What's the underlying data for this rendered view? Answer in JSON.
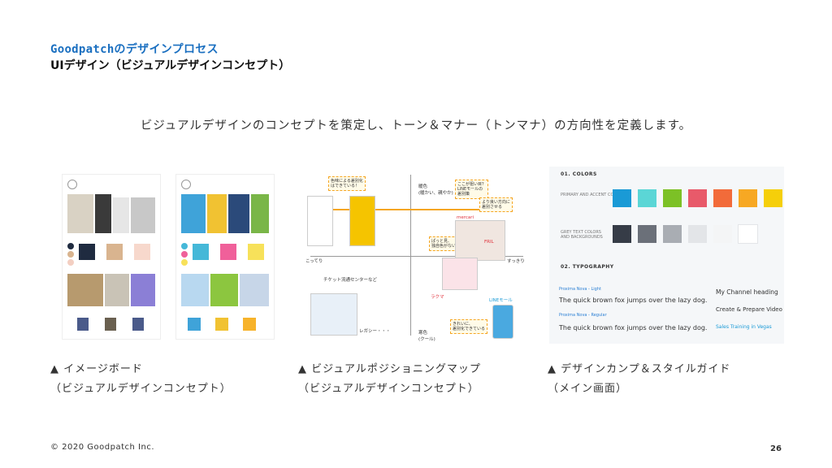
{
  "header": {
    "title": "Goodpatchのデザインプロセス",
    "subtitle": "UIデザイン（ビジュアルデザインコンセプト）"
  },
  "lead": "ビジュアルデザインのコンセプトを策定し、トーン＆マナー（トンマナ）の方向性を定義します。",
  "panels": [
    {
      "caption_line1": "▲  イメージボード",
      "caption_line2": "（ビジュアルデザインコンセプト）"
    },
    {
      "caption_line1": "▲  ビジュアルポジショニングマップ",
      "caption_line2": "（ビジュアルデザインコンセプト）"
    },
    {
      "caption_line1": "▲  デザインカンプ＆スタイルガイド",
      "caption_line2": "（メイン画面）"
    }
  ],
  "positioning_map": {
    "top": "暖色\n(暖かい、親やか)",
    "bottom": "寒色\n(クール)",
    "left": "こってり",
    "right": "すっきり",
    "note1": "色味による差別化\nはできている！",
    "note2": "ここが狙い目？\nLINEモールの\n差別策",
    "note3": "より良い方向に\n差別させる",
    "note4": "ぱっと見、\n独自色がない",
    "note5": "きれいに、\n差別化できている",
    "label_ticket": "チケット流通センターなど",
    "label_rakuma": "ラクマ",
    "label_linemall": "LINEモール",
    "label_mercari": "mercari",
    "label_fril": "FRIL",
    "label_retro": "レガシー・・・"
  },
  "style_guide": {
    "colors_heading": "01. COLORS",
    "primary_label": "PRIMARY AND ACCENT COLORS",
    "grey_label": "GREY TEXT COLORS AND BACKGROUNDS",
    "primary_colors": [
      "#1a9ad6",
      "#5bd6d6",
      "#7cc126",
      "#e85a6a",
      "#f26b3a",
      "#f7a823",
      "#f5cf0a"
    ],
    "grey_colors": [
      "#363c47",
      "#6b7079",
      "#a9adb3",
      "#e3e5e8",
      "#f4f5f6",
      "#ffffff"
    ],
    "typography_heading": "02. TYPOGRAPHY",
    "proxima_light": "Proxima Nova - Light",
    "proxima_regular": "Proxima Nova - Regular",
    "sample1": "The quick brown fox jumps over the lazy dog.",
    "sample2": "The quick brown fox jumps over the lazy dog.",
    "h1": "My Channel heading",
    "h2": "Create & Prepare Video",
    "h3": "Sales Training in Vegas"
  },
  "footer": {
    "copyright": "© 2020 Goodpatch Inc.",
    "page": "26"
  }
}
